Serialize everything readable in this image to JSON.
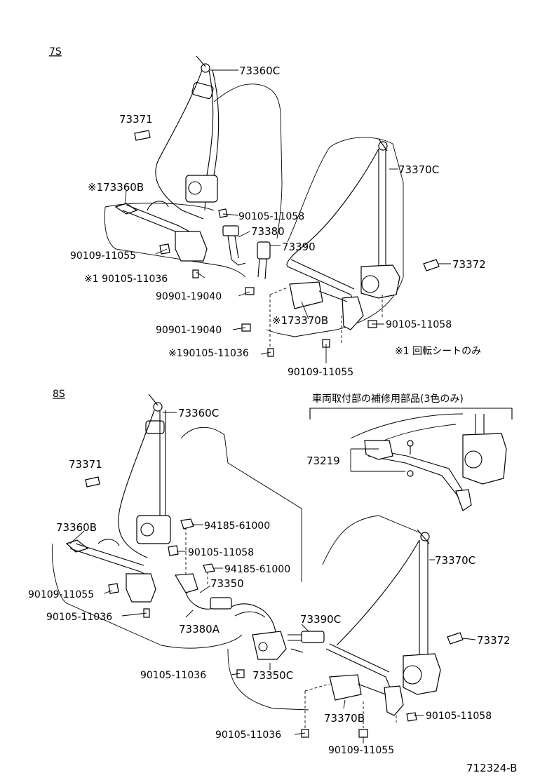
{
  "diagram_code": "712324-B",
  "sections": {
    "s7": {
      "title": "7S",
      "labels": {
        "retractor_upper": "73360C",
        "clip_a": "73371",
        "belt_b": "※173360B",
        "bolt_1058_a": "90105-11058",
        "buckle_a": "73380",
        "bolt_1055_a": "90109-11055",
        "buckle_b": "73390",
        "bolt_1036_a": "※1 90105-11036",
        "bolt_9040_a": "90901-19040",
        "bolt_9040_b": "90901-19040",
        "belt_rear_b": "※173370B",
        "bolt_1036_b": "※190105-11036",
        "bolt_1055_b": "90109-11055",
        "retractor_rear": "73370C",
        "clip_b": "73372",
        "bolt_1058_b": "90105-11058"
      },
      "note": "※1 回転シートのみ"
    },
    "s8": {
      "title": "8S",
      "labels": {
        "retractor_upper": "73360C",
        "clip_a": "73371",
        "belt_b": "73360B",
        "nut_a": "94185-61000",
        "bolt_1058_a": "90105-11058",
        "nut_b": "94185-61000",
        "buckle_a": "73350",
        "bolt_1055_a": "90109-11055",
        "bolt_1036_a": "90105-11036",
        "buckle_b": "73380A",
        "buckle_c": "73390C",
        "bolt_1036_b": "90105-11036",
        "buckle_d": "73350C",
        "retractor_rear": "73370C",
        "clip_b": "73372",
        "belt_rear_b": "73370B",
        "bolt_1058_b": "90105-11058",
        "bolt_1036_c": "90105-11036",
        "bolt_1055_b": "90109-11055"
      }
    },
    "repair": {
      "title": "車両取付部の補修用部品(3色のみ)",
      "part": "73219"
    }
  }
}
